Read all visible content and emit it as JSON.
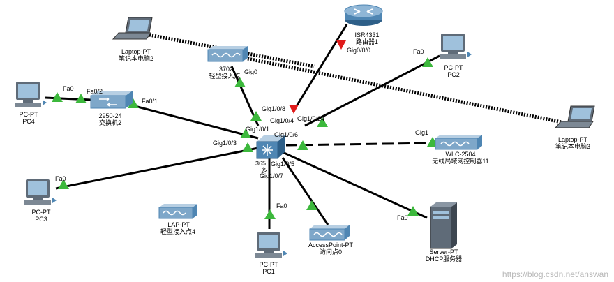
{
  "devices": {
    "router": {
      "name": "ISR4331",
      "label": "路由器1"
    },
    "laptop2": {
      "name": "Laptop-PT",
      "label": "笔记本电脑2"
    },
    "laptop3": {
      "name": "Laptop-PT",
      "label": "笔记本电脑3"
    },
    "ap_top": {
      "name": "3702",
      "label": "轻型接入点"
    },
    "pc2": {
      "name": "PC-PT",
      "label": "PC2"
    },
    "pc4": {
      "name": "PC-PT",
      "label": "PC4"
    },
    "switch2": {
      "name": "2950-24",
      "label": "交换机2"
    },
    "core": {
      "name": "365",
      "label": "多"
    },
    "wlc": {
      "name": "WLC-2504",
      "label": "无线局域网控制器11"
    },
    "pc3": {
      "name": "PC-PT",
      "label": "PC3"
    },
    "lap": {
      "name": "LAP-PT",
      "label": "轻型接入点4"
    },
    "pc1": {
      "name": "PC-PT",
      "label": "PC1"
    },
    "ap0": {
      "name": "AccessPoint-PT",
      "label": "访问点0"
    },
    "server": {
      "name": "Server-PT",
      "label": "DHCP服务器"
    }
  },
  "ports": {
    "router_gig": "Gig0/0/0",
    "pc2_fa": "Fa0",
    "ap_top_gig": "Gig0",
    "pc4_fa": "Fa0",
    "sw2_fa02": "Fa0/2",
    "sw2_fa01": "Fa0/1",
    "core_g108": "Gig1/0/8",
    "core_g104": "Gig1/0/4",
    "core_g1024": "Gig1/0/24",
    "core_g101": "Gig1/0/1",
    "core_g106": "Gig1/0/6",
    "core_g103": "Gig1/0/3",
    "wlc_gig": "Gig1",
    "core_g105": "Gig1/0/5",
    "core_g107": "Gig1/0/7",
    "pc3_fa": "Fa0",
    "pc1_fa": "Fa0",
    "server_fa": "Fa0"
  },
  "colors": {
    "link": "#000000",
    "up": "#3cb83c",
    "down": "#e01b1b",
    "device_blue": "#4f86b3"
  },
  "watermark": "https://blog.csdn.net/answan"
}
